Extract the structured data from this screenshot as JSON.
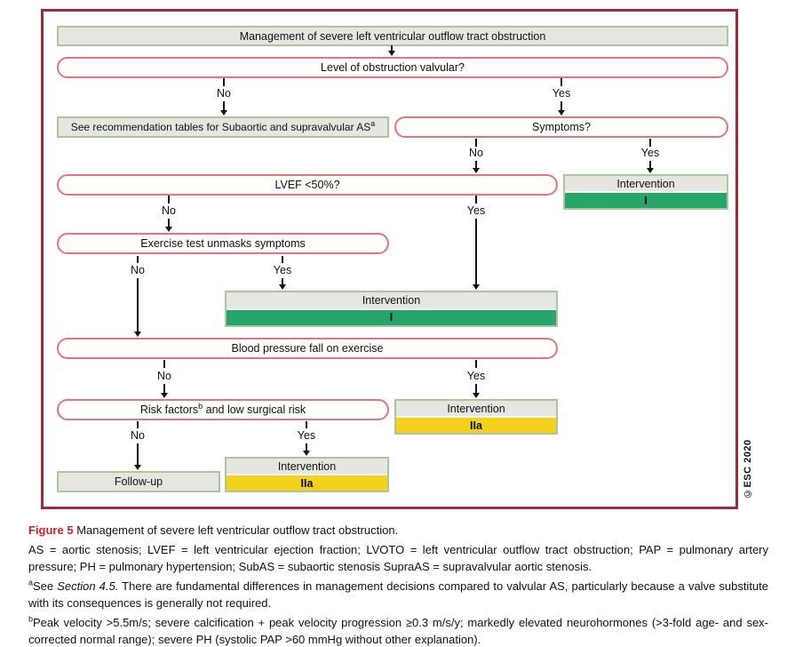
{
  "colors": {
    "frame_red": "#9b2c3a",
    "decision_border_pink": "#e2757d",
    "action_grey": "#e6e6e1",
    "action_border_green": "#a9c79a",
    "class_i_green": "#27a36c",
    "class_iia_yellow": "#f2d11f",
    "figure_label_red": "#d01f2f"
  },
  "flowchart": {
    "title": "Management of severe left ventricular outflow tract obstruction",
    "q_valvular": "Level of obstruction valvular?",
    "see_tables": "See recommendation tables for Subaortic and supravalvular AS",
    "see_tables_sup": "a",
    "q_symptoms": "Symptoms?",
    "q_lvef": "LVEF <50%?",
    "q_exercise": "Exercise test unmasks symptoms",
    "q_bp": "Blood pressure fall on exercise",
    "q_risk_pre": "Risk factors",
    "q_risk_sup": "b",
    "q_risk_post": " and low surgical risk",
    "followup": "Follow-up",
    "intervention": "Intervention",
    "class_i": "I",
    "class_iia": "IIa",
    "label_no": "No",
    "label_yes": "Yes",
    "copyright": "©ESC 2020"
  },
  "caption": {
    "figure_label": "Figure 5",
    "figure_title": "Management of severe left ventricular outflow tract obstruction.",
    "abbreviations": "AS = aortic stenosis; LVEF = left ventricular ejection fraction; LVOTO = left ventricular outflow tract obstruction; PAP = pulmonary artery pressure; PH = pulmonary hypertension; SubAS = subaortic stenosis SupraAS = supravalvular aortic stenosis.",
    "footnote_a_marker": "a",
    "footnote_a_prefix": "See ",
    "footnote_a_italic": "Section 4.5.",
    "footnote_a_rest": " There are fundamental differences in management decisions compared to valvular AS, particularly because a valve substitute with its consequences is generally not required.",
    "footnote_b_marker": "b",
    "footnote_b_text": "Peak velocity >5.5m/s; severe calcification + peak velocity progression ≥0.3 m/s/y; markedly elevated neurohormones (>3-fold age- and sex-corrected normal range); severe PH (systolic PAP >60 mmHg without other explanation)."
  }
}
